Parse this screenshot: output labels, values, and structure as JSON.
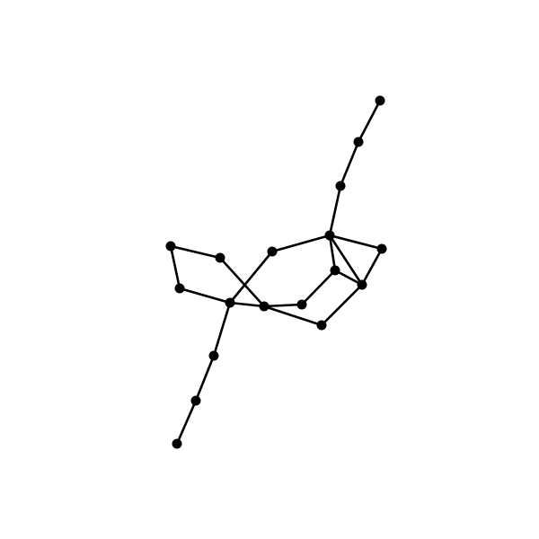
{
  "graph": {
    "node_color": "#000000",
    "edge_color": "#000000",
    "background": "#ffffff",
    "nodes": [
      {
        "id": "n1"
      },
      {
        "id": "n2"
      },
      {
        "id": "n3"
      },
      {
        "id": "n4"
      },
      {
        "id": "n5"
      },
      {
        "id": "n6"
      },
      {
        "id": "n7"
      },
      {
        "id": "n8"
      },
      {
        "id": "n9"
      },
      {
        "id": "n10"
      },
      {
        "id": "n11"
      },
      {
        "id": "n12"
      },
      {
        "id": "n13"
      },
      {
        "id": "n14"
      },
      {
        "id": "n15"
      },
      {
        "id": "n16"
      },
      {
        "id": "n17"
      },
      {
        "id": "n18"
      },
      {
        "id": "n19"
      }
    ],
    "edges": [
      [
        "n1",
        "n2"
      ],
      [
        "n2",
        "n3"
      ],
      [
        "n3",
        "n4"
      ],
      [
        "n4",
        "n5"
      ],
      [
        "n4",
        "n6"
      ],
      [
        "n4",
        "n7"
      ],
      [
        "n4",
        "n8"
      ],
      [
        "n5",
        "n7"
      ],
      [
        "n6",
        "n7"
      ],
      [
        "n8",
        "n12"
      ],
      [
        "n7",
        "n15"
      ],
      [
        "n6",
        "n13"
      ],
      [
        "n13",
        "n12"
      ],
      [
        "n12",
        "n10"
      ],
      [
        "n10",
        "n9"
      ],
      [
        "n9",
        "n11"
      ],
      [
        "n11",
        "n14"
      ],
      [
        "n14",
        "n12"
      ],
      [
        "n14",
        "n15"
      ],
      [
        "n10",
        "n15"
      ],
      [
        "n14",
        "n16"
      ],
      [
        "n16",
        "n17"
      ],
      [
        "n17",
        "n18"
      ]
    ]
  }
}
